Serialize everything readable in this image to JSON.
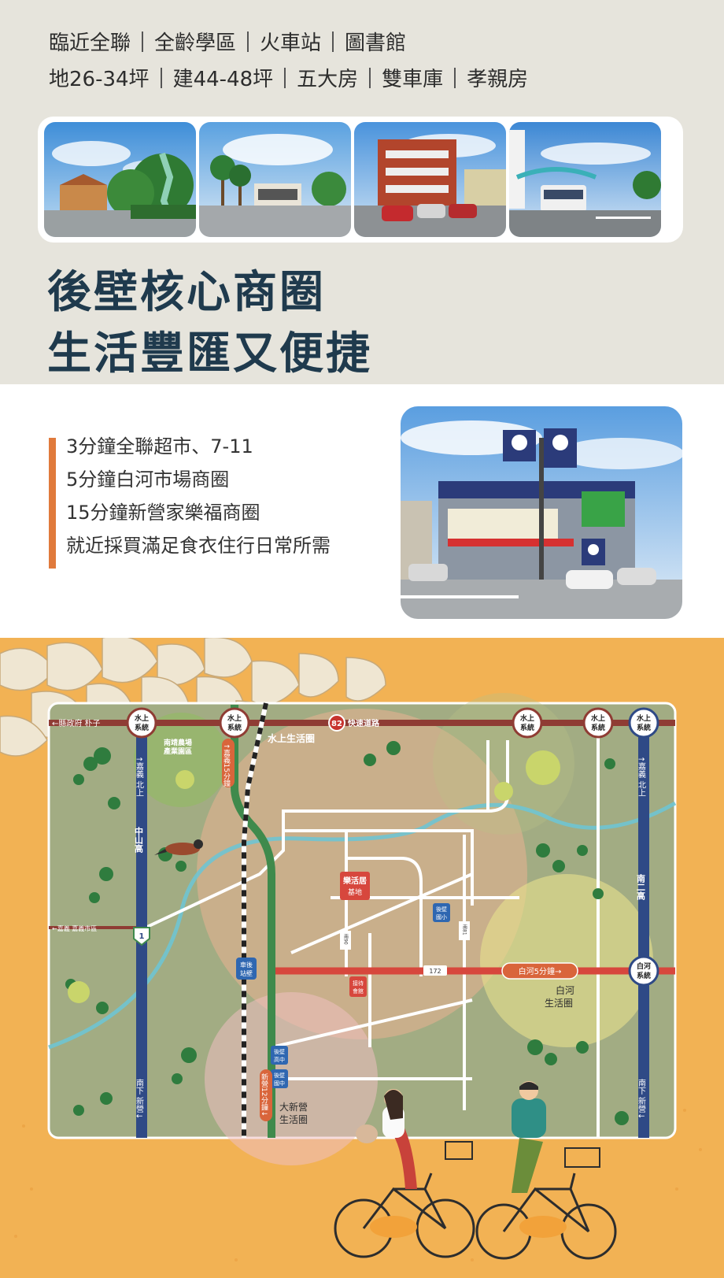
{
  "header": {
    "line1": [
      "臨近全聯",
      "全齡學區",
      "火車站",
      "圖書館"
    ],
    "line2": [
      "地26-34坪",
      "建44-48坪",
      "五大房",
      "雙車庫",
      "孝親房"
    ],
    "headline1": "後壁核心商圈",
    "headline2": "生活豐匯又便捷"
  },
  "bullets": [
    "3分鐘全聯超市、7-11",
    "5分鐘白河市場商圈",
    "15分鐘新營家樂福商圈",
    "就近採買滿足食衣住行日常所需"
  ],
  "map": {
    "badge_label": "水上\n系統",
    "badge_line1": "水上",
    "badge_line2": "系統",
    "badge_baihe_line1": "白河",
    "badge_baihe_line2": "系統",
    "top_road_left": "←縣政府 朴子",
    "highway_82": "82",
    "top_road_right": "快速道路",
    "shuishang_area": "水上生活圈",
    "nanjing_park": "南靖農場\n產業園區",
    "nanjing_park_l1": "南靖農場",
    "nanjing_park_l2": "產業園區",
    "jiayi_15": "↑嘉義15分鐘",
    "left_col_north": "↑嘉義 北上",
    "left_col_south": "南下 新營↓",
    "right_col_north": "↑嘉義 北上",
    "right_col_south": "南下 新營↓",
    "nan_er_gao": "南二高",
    "zhongshan_gao": "中山高",
    "hwy1": "1",
    "project_l1": "樂活居",
    "project_l2": "基地",
    "houbi_station_l1": "車後",
    "houbi_station_l2": "站壁",
    "houbi_elem_l1": "後壁",
    "houbi_elem_l2": "國小",
    "houbi_high_l1": "後壁",
    "houbi_high_l2": "高中",
    "houbi_mid_l1": "後壁",
    "houbi_mid_l2": "國中",
    "sales_l1": "接待",
    "sales_l2": "會館",
    "baihe_5min": "白河5分鐘→",
    "baihe_area_l1": "白河",
    "baihe_area_l2": "生活圈",
    "xinying_12": "新營12分鐘↓",
    "xinying_area_l1": "大新營",
    "xinying_area_l2": "生活圈",
    "road_172": "172",
    "road_90": "南90",
    "road_81": "南81",
    "chiayi_city": "←嘉義 嘉義市區"
  },
  "colors": {
    "accent_orange": "#e07a3c",
    "headline_navy": "#1f3a4d",
    "map_bg": "#f2b254",
    "map_field": "#9fae7d",
    "highway_blue": "#2f4a86",
    "road_red": "#d7473d"
  }
}
